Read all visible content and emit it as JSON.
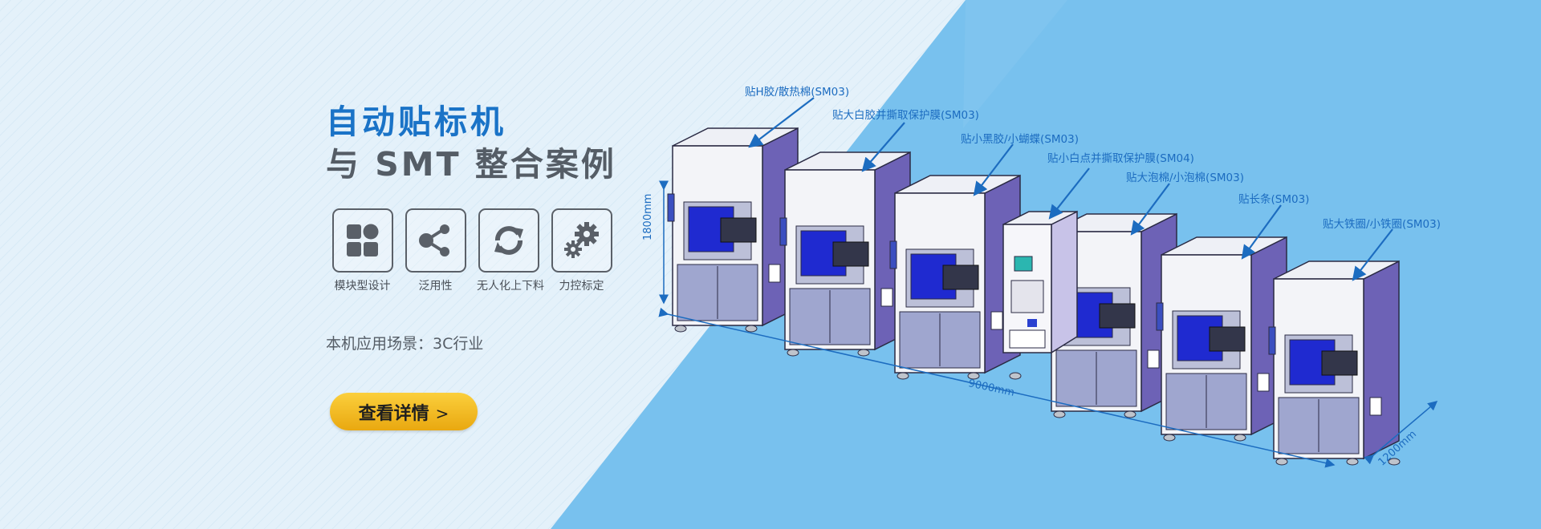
{
  "headline": {
    "line1": "自动贴标机",
    "line2": "与 SMT 整合案例"
  },
  "features": [
    {
      "icon": "modules-icon",
      "label": "模块型设计"
    },
    {
      "icon": "share-icon",
      "label": "泛用性"
    },
    {
      "icon": "refresh-icon",
      "label": "无人化上下料"
    },
    {
      "icon": "gear-icon",
      "label": "力控标定"
    }
  ],
  "scene": "本机应用场景：3C行业",
  "cta": {
    "label": "查看详情",
    "chevron": ">"
  },
  "callouts": [
    "贴H胶/散热棉(SM03)",
    "贴大白胶并撕取保护膜(SM03)",
    "贴小黑胶/小蝴蝶(SM03)",
    "贴小白点并撕取保护膜(SM04)",
    "贴大泡棉/小泡棉(SM03)",
    "贴长条(SM03)",
    "贴大铁圈/小铁圈(SM03)"
  ],
  "dimensions": {
    "height": "1800mm",
    "length": "9000mm",
    "depth": "1200mm"
  },
  "colors": {
    "accent": "#1a73c7",
    "panel_blue": "#78c1ee",
    "button": "#f3bb1f",
    "machine_purple": "#7b6fc2"
  }
}
